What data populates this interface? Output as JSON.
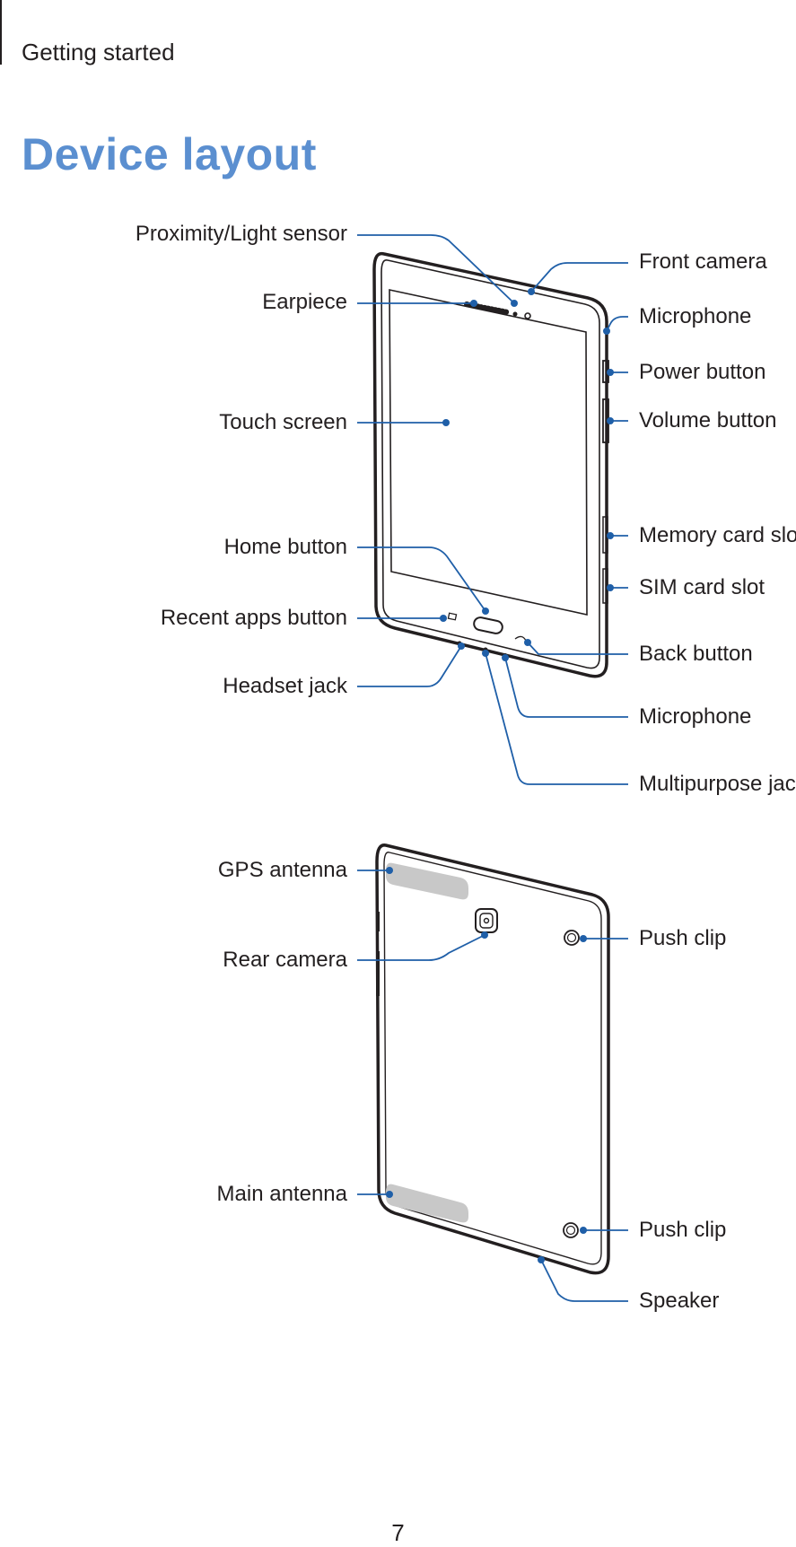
{
  "header": {
    "section": "Getting started"
  },
  "title": "Device layout",
  "front_view": {
    "labels": {
      "proximity_light_sensor": "Proximity/Light sensor",
      "earpiece": "Earpiece",
      "touch_screen": "Touch screen",
      "home_button": "Home button",
      "recent_apps_button": "Recent apps button",
      "headset_jack": "Headset jack",
      "front_camera": "Front camera",
      "microphone_top": "Microphone",
      "power_button": "Power button",
      "volume_button": "Volume button",
      "memory_card_slot": "Memory card slot",
      "sim_card_slot": "SIM card slot",
      "back_button": "Back button",
      "microphone_bottom": "Microphone",
      "multipurpose_jack": "Multipurpose jack"
    }
  },
  "rear_view": {
    "labels": {
      "gps_antenna": "GPS antenna",
      "rear_camera": "Rear camera",
      "main_antenna": "Main antenna",
      "push_clip_top": "Push clip",
      "push_clip_bottom": "Push clip",
      "speaker": "Speaker"
    }
  },
  "page_number": "7",
  "colors": {
    "title": "#5b8fd0",
    "leader_line": "#1f5fa8",
    "outline": "#231f20",
    "antenna": "#c8c8c8"
  }
}
